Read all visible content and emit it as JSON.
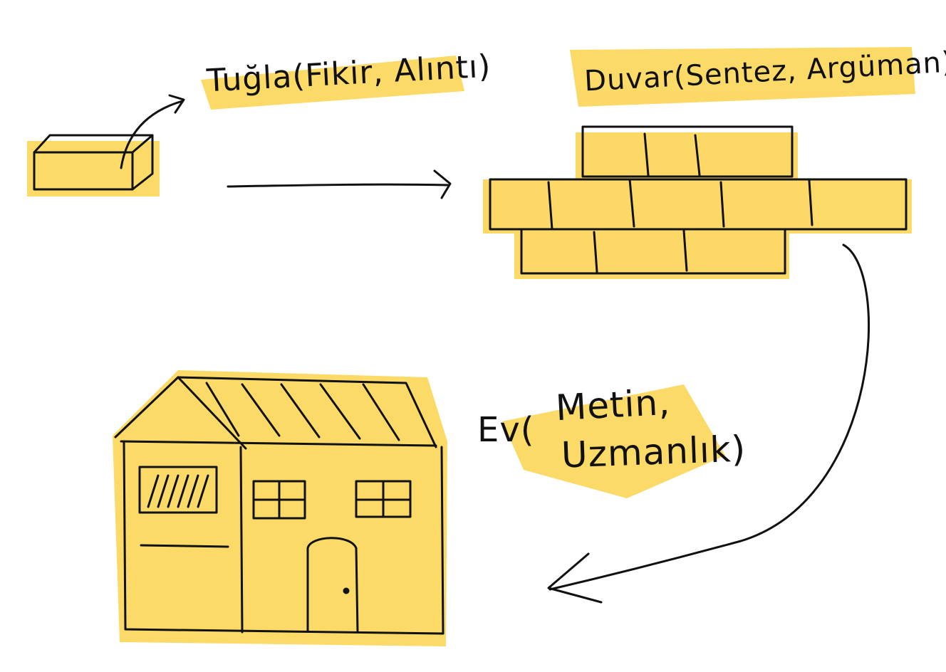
{
  "diagram": {
    "colors": {
      "ink": "#111111",
      "highlight": "#fcd34d",
      "background": "#ffffff"
    },
    "labels": {
      "brick": "Tuğla(Fikir, Alıntı)",
      "wall": "Duvar(Sentez, Argüman)",
      "house_open": "Ev(",
      "house_line1": "Metin,",
      "house_line2": "Uzmanlık)"
    },
    "nodes": [
      "brick-sketch",
      "wall-sketch",
      "house-sketch"
    ],
    "edges": [
      {
        "from": "brick-sketch",
        "to": "brick-label"
      },
      {
        "from": "brick-sketch",
        "to": "wall-sketch"
      },
      {
        "from": "wall-sketch",
        "to": "house-sketch"
      }
    ]
  }
}
